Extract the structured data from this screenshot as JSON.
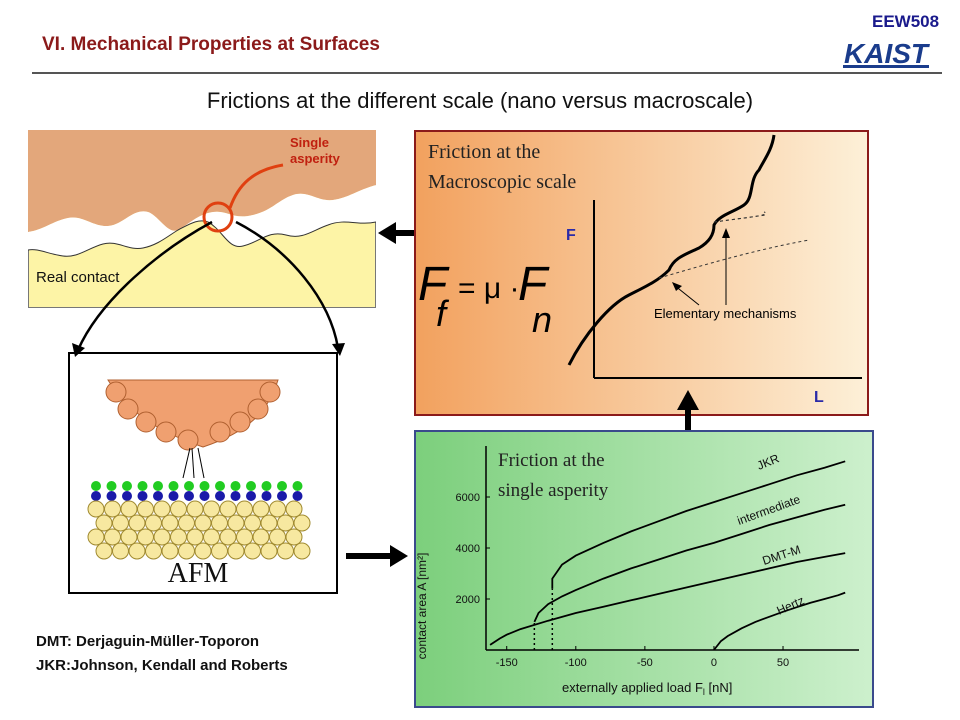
{
  "header": {
    "section_title": "VI. Mechanical Properties at Surfaces",
    "course_code": "EEW508",
    "logo_text": "KAIST"
  },
  "main_title": "Frictions at the different scale (nano versus macroscale)",
  "surface_panel": {
    "callout_line1": "Single",
    "callout_line2": "asperity",
    "real_contact_label": "Real contact"
  },
  "afm_panel": {
    "label": "AFM"
  },
  "macro_panel": {
    "title_line1": "Friction at the",
    "title_line2": "Macroscopic scale",
    "y_axis_label": "F",
    "x_axis_label": "L",
    "formula_lhs": "F",
    "formula_lhs_sub": "f",
    "formula_eq": "= μ ·",
    "formula_rhs": "F",
    "formula_rhs_sub": "n",
    "annotation": "Elementary mechanisms"
  },
  "asperity_panel": {
    "title_line1": "Friction at the",
    "title_line2": "single asperity",
    "y_axis_label": "contact area A  [nm²]",
    "x_axis_label": "externally applied load F",
    "x_axis_label_sub": "l",
    "x_axis_unit": " [nN]",
    "curve_labels": [
      "JKR",
      "intermediate",
      "DMT-M",
      "Hertz"
    ]
  },
  "abbreviations": {
    "dmt": "DMT: Derjaguin-Müller-Toporon",
    "jkr": "JKR:Johnson, Kendall and Roberts"
  },
  "chart_data": {
    "type": "line",
    "title": "",
    "xlabel": "externally applied load F_l [nN]",
    "ylabel": "contact area A [nm²]",
    "xlim": [
      -165,
      105
    ],
    "ylim": [
      0,
      8000
    ],
    "x_ticks": [
      -150,
      -100,
      -50,
      0,
      50
    ],
    "y_ticks": [
      2000,
      4000,
      6000
    ],
    "grid": false,
    "series": [
      {
        "name": "JKR",
        "x": [
          -117,
          -117,
          -110,
          -100,
          -80,
          -60,
          -40,
          -20,
          0,
          20,
          40,
          60,
          80,
          95
        ],
        "y": [
          2400,
          2800,
          3350,
          3700,
          4200,
          4650,
          5050,
          5450,
          5800,
          6150,
          6500,
          6850,
          7150,
          7400
        ]
      },
      {
        "name": "intermediate",
        "x": [
          -130,
          -127,
          -120,
          -110,
          -100,
          -80,
          -60,
          -40,
          -20,
          0,
          20,
          40,
          60,
          80,
          95
        ],
        "y": [
          1100,
          1450,
          1800,
          2100,
          2350,
          2800,
          3200,
          3550,
          3900,
          4200,
          4550,
          4900,
          5200,
          5500,
          5700
        ]
      },
      {
        "name": "DMT-M",
        "x": [
          -162,
          -155,
          -150,
          -140,
          -120,
          -100,
          -80,
          -60,
          -40,
          -20,
          0,
          20,
          40,
          60,
          80,
          95
        ],
        "y": [
          200,
          450,
          600,
          820,
          1150,
          1450,
          1700,
          1950,
          2200,
          2450,
          2700,
          2950,
          3200,
          3450,
          3650,
          3800
        ]
      },
      {
        "name": "Hertz",
        "x": [
          0,
          5,
          10,
          20,
          30,
          40,
          50,
          60,
          70,
          80,
          90,
          95
        ],
        "y": [
          0,
          350,
          550,
          850,
          1100,
          1300,
          1500,
          1680,
          1850,
          2000,
          2150,
          2250
        ]
      }
    ],
    "vertical_dotted_at_x": [
      -130,
      -117
    ]
  }
}
